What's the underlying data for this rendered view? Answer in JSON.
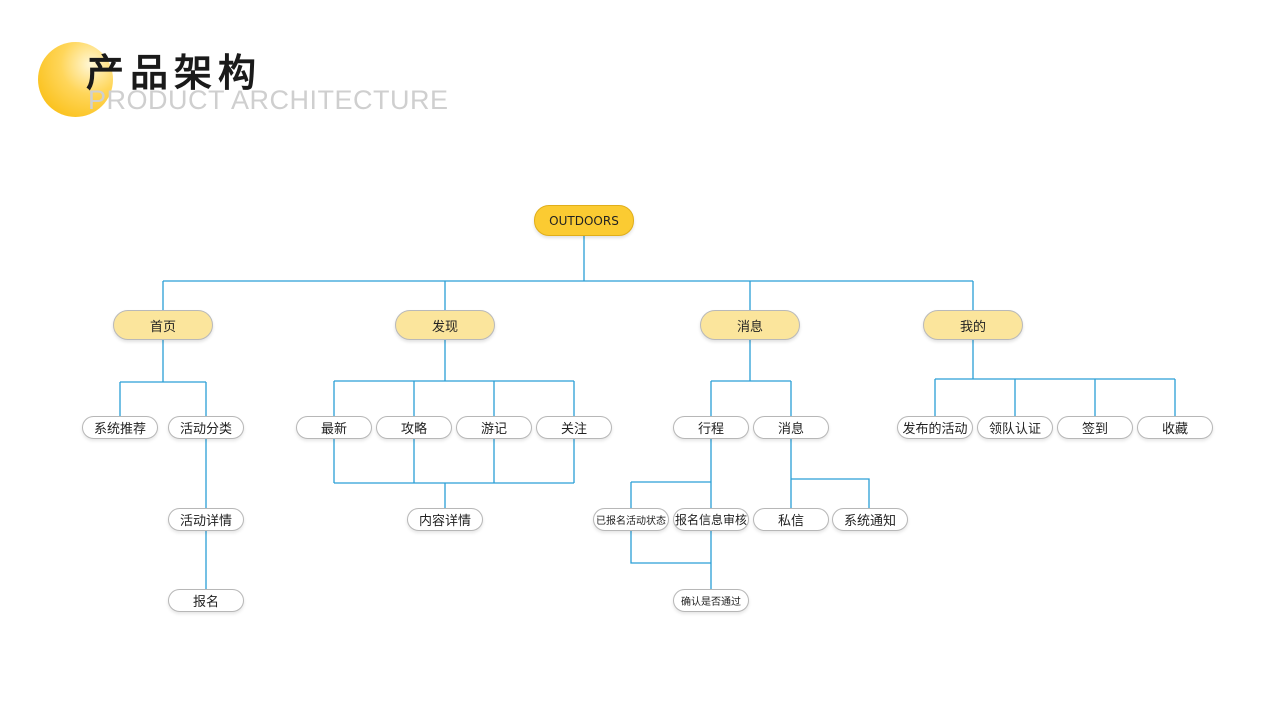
{
  "header": {
    "title_cn": "产品架构",
    "title_en": "PRODUCT ARCHITECTURE"
  },
  "colors": {
    "accent": "#fbcb32",
    "level1_fill": "#fbe59c",
    "connector": "#2a9fd6"
  },
  "tree": {
    "root": "OUTDOORS",
    "home": {
      "label": "首页",
      "recommend": "系统推荐",
      "category": "活动分类",
      "activity_detail": "活动详情",
      "signup": "报名"
    },
    "discover": {
      "label": "发现",
      "latest": "最新",
      "guide": "攻略",
      "travel_notes": "游记",
      "follow": "关注",
      "content_detail": "内容详情"
    },
    "messages": {
      "label": "消息",
      "itinerary": "行程",
      "messages_sub": "消息",
      "signup_status": "已报名活动状态",
      "signup_review": "报名信息审核",
      "confirm_pass": "确认是否通过",
      "private_msg": "私信",
      "system_notice": "系统通知"
    },
    "mine": {
      "label": "我的",
      "published": "发布的活动",
      "leader_cert": "领队认证",
      "checkin": "签到",
      "favorites": "收藏"
    }
  }
}
